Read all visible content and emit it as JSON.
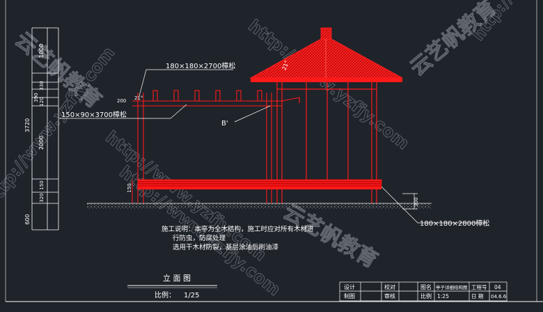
{
  "dimensions": {
    "total": "3720",
    "segments": [
      "1000",
      "330",
      "120",
      "2000",
      "150",
      "320",
      "600"
    ],
    "side_390": "390"
  },
  "labels": {
    "column_180": "180×180×2700樟松",
    "beam_150": "150×90×3700樟松",
    "beam_180_bottom": "180×180×2800樟松",
    "section_b": "B'",
    "angle": "21°",
    "small_200": "200",
    "dim_150": "150",
    "dim_300": "300"
  },
  "notes": {
    "line1": "施工说明：本亭为全木结构，施工时应对所有木材进",
    "line2": "行防虫，防腐处理",
    "line3": "选用干木材防裂，基层涂油后刷油漆"
  },
  "view": {
    "title": "立 面 图",
    "scale_label": "比例：",
    "scale_value": "1/25"
  },
  "title_block": {
    "design": "设计",
    "check": "校对",
    "draw": "制图",
    "review": "审核",
    "drawing_name_label": "图名",
    "drawing_name": "亭子详细结构图",
    "project_no_label": "工程号",
    "project_no": "04",
    "scale_label": "比例",
    "scale_value": "1:25",
    "date_label": "日 期",
    "date_value": "04.6.6"
  },
  "watermarks": {
    "url": "http://www.yzfjy.com",
    "brand": "云艺帆教育"
  },
  "colors": {
    "background": "#1f232a",
    "structure": "#ff1a1a",
    "leader": "#ffffff",
    "ground": "#b8b8b8",
    "watermark": "#8a8f98"
  }
}
